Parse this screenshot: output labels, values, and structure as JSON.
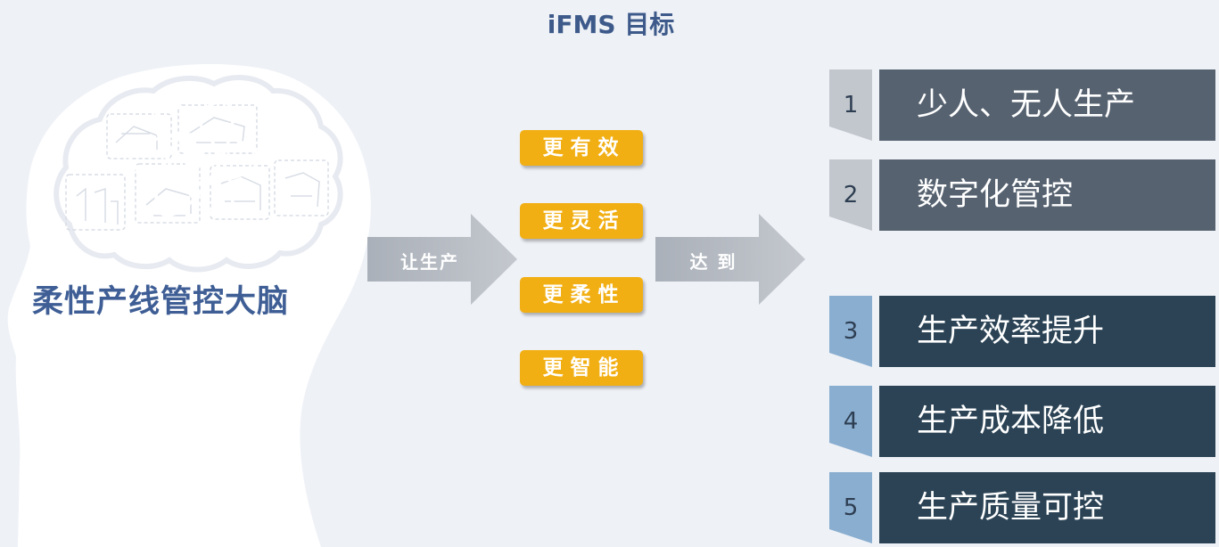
{
  "title": "iFMS 目标",
  "brain_label": "柔性产线管控大脑",
  "arrow1_label": "让生产",
  "arrow2_label": "达 到",
  "qualities": [
    "更有效",
    "更灵活",
    "更柔性",
    "更智能"
  ],
  "goals": [
    {
      "num": "1",
      "text": "少人、无人生产"
    },
    {
      "num": "2",
      "text": "数字化管控"
    },
    {
      "num": "3",
      "text": "生产效率提升"
    },
    {
      "num": "4",
      "text": "生产成本降低"
    },
    {
      "num": "5",
      "text": "生产质量可控"
    }
  ],
  "colors": {
    "title": "#3d5a8a",
    "brain_label": "#3e5e95",
    "pill": "#f1af14",
    "goal_gray": "#566270",
    "goal_dark": "#2b4355",
    "num_tab_light": "#c2c7cd",
    "num_tab_blue": "#8aaed0",
    "arrow": "#b4b9c0"
  }
}
